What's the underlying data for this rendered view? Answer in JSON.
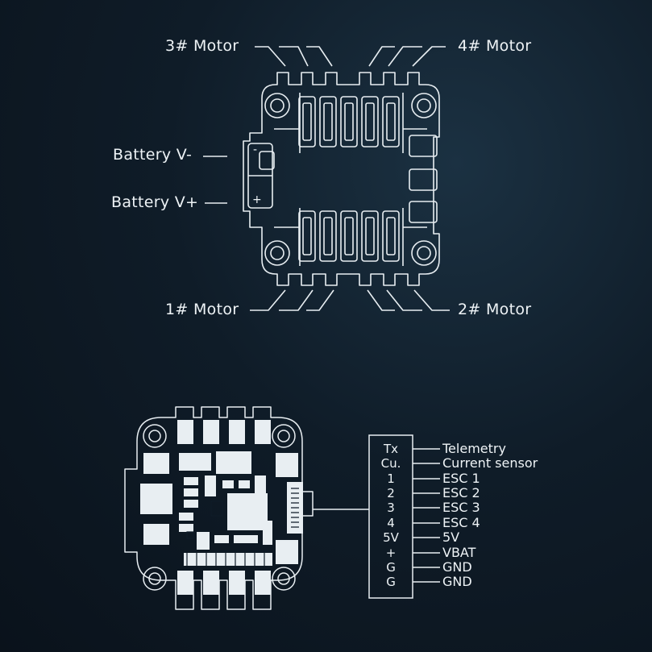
{
  "top_diagram": {
    "motor3": "3# Motor",
    "motor4": "4# Motor",
    "motor1": "1# Motor",
    "motor2": "2# Motor",
    "battery_neg": "Battery V-",
    "battery_pos": "Battery V+",
    "pad_neg_sign": "-",
    "pad_pos_sign": "+"
  },
  "connector": {
    "rows": [
      {
        "pin": "Tx",
        "function": "Telemetry"
      },
      {
        "pin": "Cu.",
        "function": "Current sensor"
      },
      {
        "pin": "1",
        "function": "ESC 1"
      },
      {
        "pin": "2",
        "function": "ESC 2"
      },
      {
        "pin": "3",
        "function": "ESC 3"
      },
      {
        "pin": "4",
        "function": "ESC 4"
      },
      {
        "pin": "5V",
        "function": "5V"
      },
      {
        "pin": "+",
        "function": "VBAT"
      },
      {
        "pin": "G",
        "function": "GND"
      },
      {
        "pin": "G",
        "function": "GND"
      }
    ]
  },
  "colors": {
    "background": "#0f1c28",
    "line": "#e8eef2",
    "text": "#eef3f6"
  }
}
